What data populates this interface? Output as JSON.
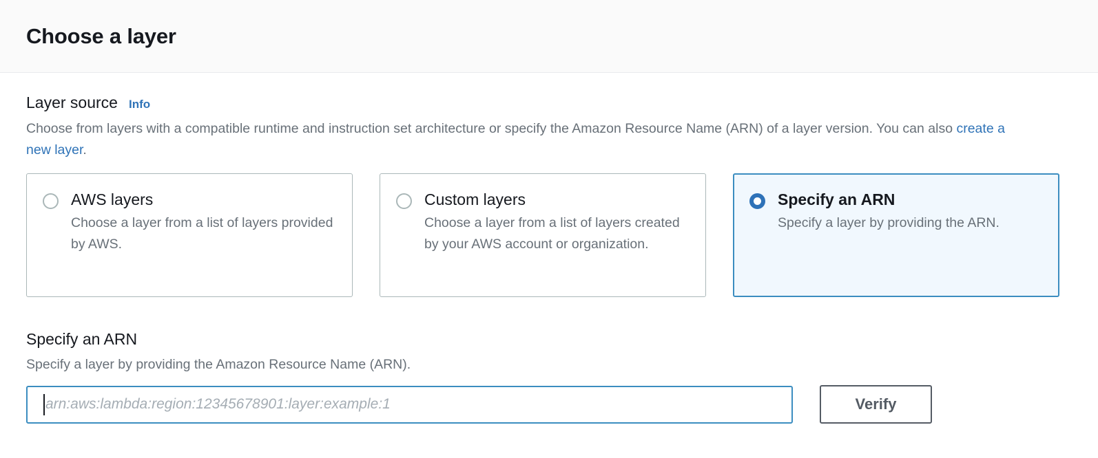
{
  "header": {
    "title": "Choose a layer"
  },
  "layer_source": {
    "label": "Layer source",
    "info_link": "Info",
    "description_before": "Choose from layers with a compatible runtime and instruction set architecture or specify the Amazon Resource Name (ARN) of a layer version. You can also ",
    "description_link": "create a new layer",
    "description_after": ".",
    "options": [
      {
        "title": "AWS layers",
        "description": "Choose a layer from a list of layers provided by AWS.",
        "selected": false
      },
      {
        "title": "Custom layers",
        "description": "Choose a layer from a list of layers created by your AWS account or organization.",
        "selected": false
      },
      {
        "title": "Specify an ARN",
        "description": "Specify a layer by providing the ARN.",
        "selected": true
      }
    ]
  },
  "arn_section": {
    "title": "Specify an ARN",
    "description": "Specify a layer by providing the Amazon Resource Name (ARN).",
    "input_value": "",
    "input_placeholder": "arn:aws:lambda:region:12345678901:layer:example:1",
    "verify_label": "Verify"
  },
  "colors": {
    "accent_blue": "#2f73b7",
    "selected_border": "#3b8dc0",
    "selected_background": "#f1f8fe",
    "radio_selected": "#2e72b8",
    "text_primary": "#16191f",
    "text_secondary": "#687078",
    "button_border": "#545b64",
    "header_background": "#fafafa"
  }
}
